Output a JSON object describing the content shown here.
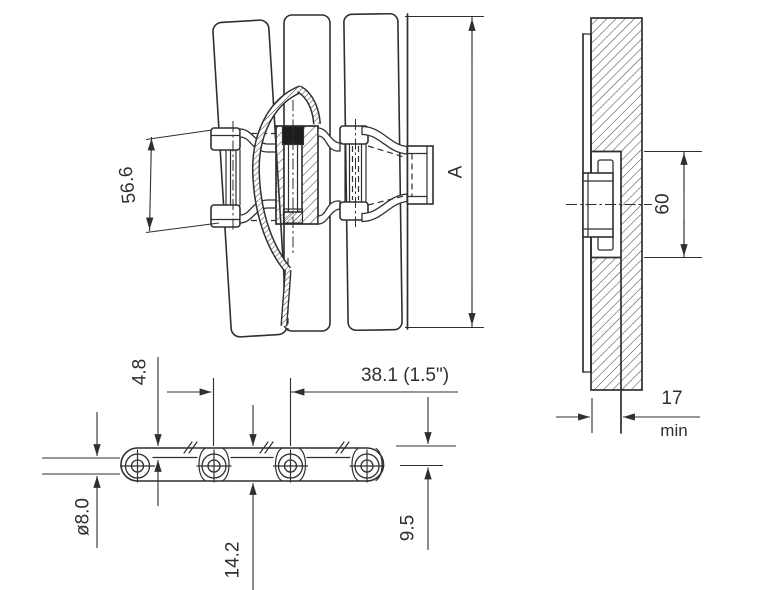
{
  "title": "Conveyor chain engineering drawing",
  "colors": {
    "line": "#2f2f2f",
    "background": "#ffffff",
    "pin_fill": "#1d1d1d"
  },
  "plan_view": {
    "plate_width": "56.6",
    "overall_width": "A"
  },
  "section_view": {
    "hinge_opening": "60",
    "support_width": "17",
    "support_qualifier": "min"
  },
  "elevation_view": {
    "plate_thickness": "4.8",
    "pitch": "38.1 (1.5\")",
    "pin_diameter": "ø8.0",
    "link_height": "14.2",
    "hinge_depth": "9.5"
  }
}
